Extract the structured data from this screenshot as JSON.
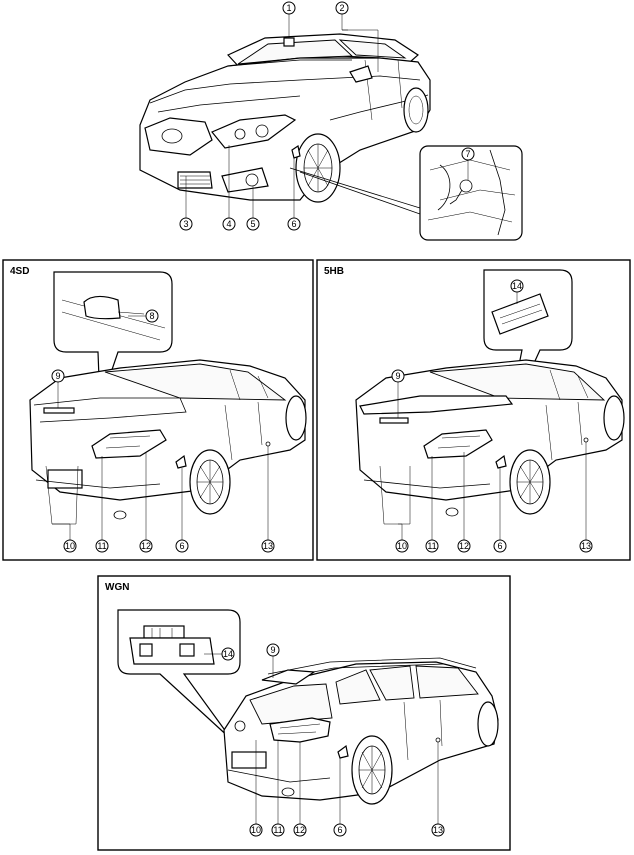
{
  "panels": {
    "sd": "4SD",
    "hb": "5HB",
    "wgn": "WGN"
  },
  "callouts": {
    "top": [
      "1",
      "2",
      "3",
      "4",
      "5",
      "6",
      "7"
    ],
    "sd": [
      "8",
      "9",
      "10",
      "11",
      "12",
      "6",
      "13"
    ],
    "hb": [
      "14",
      "9",
      "10",
      "11",
      "12",
      "6",
      "13"
    ],
    "wgn": [
      "14",
      "9",
      "10",
      "11",
      "12",
      "6",
      "13"
    ]
  }
}
